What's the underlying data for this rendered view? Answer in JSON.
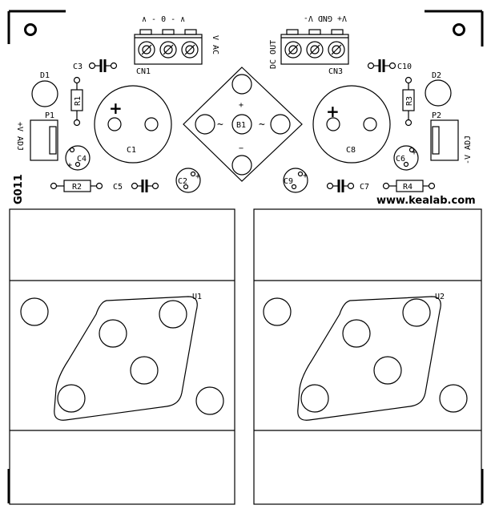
{
  "board_id": "G011",
  "website": "www.kealab.com",
  "cn1": {
    "ref": "CN1",
    "pins": "∧ - 0 - ∧",
    "side": "V AC"
  },
  "cn3": {
    "ref": "CN3",
    "pins": "V+ GND V-",
    "side": "DC OUT"
  },
  "caps": {
    "c1": "C1",
    "c8": "C8",
    "c2": "C2",
    "c9": "C9",
    "c4": "C4",
    "c6": "C6",
    "c3": "C3",
    "c10": "C10",
    "c5": "C5",
    "c7": "C7"
  },
  "diodes": {
    "d1": "D1",
    "d2": "D2"
  },
  "resistors": {
    "r1": "R1",
    "r2": "R2",
    "r3": "R3",
    "r4": "R4"
  },
  "pots": {
    "p1": "P1",
    "p2": "P2",
    "p1_label": "+V ADJ",
    "p2_label": "-V ADJ"
  },
  "bridge": {
    "ref": "B1",
    "plus": "+",
    "minus": "−",
    "ac": "~"
  },
  "regulators": {
    "u1": "U1",
    "u2": "U2"
  },
  "polarity": {
    "plus": "+"
  }
}
